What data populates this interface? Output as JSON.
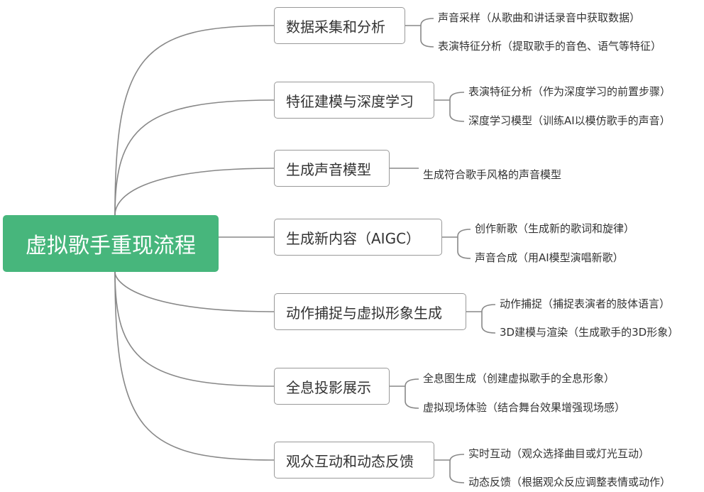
{
  "root": {
    "label": "虚拟歌手重现流程",
    "color": "#47b67c"
  },
  "branches": [
    {
      "label": "数据采集和分析",
      "children": [
        "声音采样（从歌曲和讲话录音中获取数据）",
        "表演特征分析（提取歌手的音色、语气等特征）"
      ]
    },
    {
      "label": "特征建模与深度学习",
      "children": [
        "表演特征分析（作为深度学习的前置步骤）",
        "深度学习模型（训练AI以模仿歌手的声音）"
      ]
    },
    {
      "label": "生成声音模型",
      "children": [
        "生成符合歌手风格的声音模型"
      ]
    },
    {
      "label": "生成新内容（AIGC）",
      "children": [
        "创作新歌（生成新的歌词和旋律）",
        "声音合成（用AI模型演唱新歌）"
      ]
    },
    {
      "label": "动作捕捉与虚拟形象生成",
      "children": [
        "动作捕捉（捕捉表演者的肢体语言）",
        "3D建模与渲染（生成歌手的3D形象）"
      ]
    },
    {
      "label": "全息投影展示",
      "children": [
        "全息图生成（创建虚拟歌手的全息形象）",
        "虚拟现场体验（结合舞台效果增强现场感）"
      ]
    },
    {
      "label": "观众互动和动态反馈",
      "children": [
        "实时互动（观众选择曲目或灯光互动）",
        "动态反馈（根据观众反应调整表情或动作）"
      ]
    }
  ]
}
